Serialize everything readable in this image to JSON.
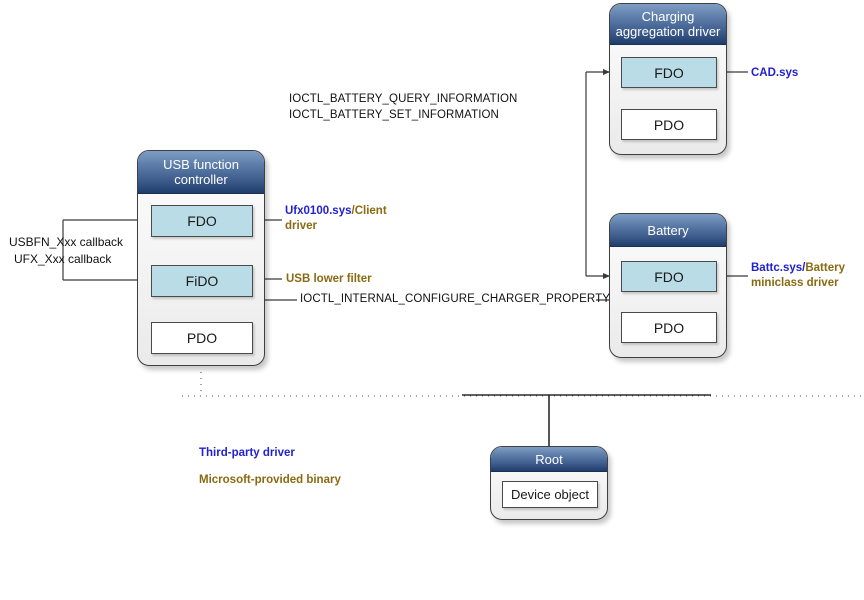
{
  "diagram": {
    "title": "USB charging driver stack diagram",
    "colors": {
      "third_party": "#2222cc",
      "microsoft": "#8a6a11",
      "fdo_fill": "#b9dce6",
      "header_blue": "#1f3d6b"
    }
  },
  "stacks": {
    "usb_function_controller": {
      "header": "USB function controller",
      "boxes": [
        {
          "label": "FDO"
        },
        {
          "label": "FiDO"
        },
        {
          "label": "PDO"
        }
      ]
    },
    "charging_aggregation": {
      "header": "Charging aggregation driver",
      "boxes": [
        {
          "label": "FDO"
        },
        {
          "label": "PDO"
        }
      ]
    },
    "battery": {
      "header": "Battery",
      "boxes": [
        {
          "label": "FDO"
        },
        {
          "label": "PDO"
        }
      ]
    },
    "root": {
      "header": "Root",
      "boxes": [
        {
          "label": "Device object"
        }
      ]
    }
  },
  "driver_labels": {
    "ufx": {
      "binary": "Ufx0100.sys",
      "separator": "/",
      "role": "Client driver"
    },
    "usb_lower_filter": {
      "text": "USB lower filter"
    },
    "cad": {
      "binary": "CAD.sys"
    },
    "battc": {
      "binary": "Battc.sys/",
      "role": "Battery miniclass driver"
    }
  },
  "ioctls": {
    "battery_query": "IOCTL_BATTERY_QUERY_INFORMATION",
    "battery_set": "IOCTL_BATTERY_SET_INFORMATION",
    "charger_property": "IOCTL_INTERNAL_CONFIGURE_CHARGER_PROPERTY"
  },
  "callbacks": {
    "usbfn": "USBFN_Xxx callback",
    "ufx": "UFX_Xxx callback"
  },
  "legend": {
    "third_party": "Third-party driver",
    "microsoft": "Microsoft-provided binary"
  }
}
